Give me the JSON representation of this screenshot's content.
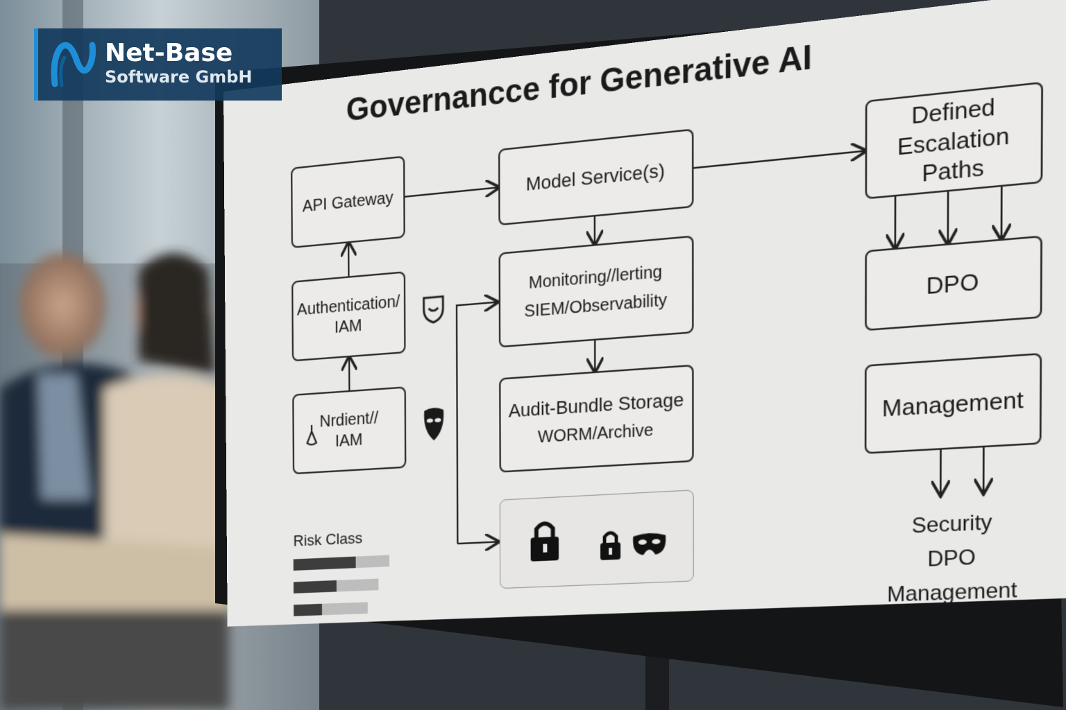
{
  "brand": {
    "company": "Net-Base",
    "tagline": "Software GmbH",
    "accent_color": "#1e8fd6",
    "mark_icon": "wave-logo-icon"
  },
  "diagram": {
    "title": "Governancce for Generative AI",
    "nodes": {
      "api_gateway": "API Gateway",
      "auth_line1": "Authentication/",
      "auth_line2": "IAM",
      "client_line1": "Nrdient//",
      "client_line2": "IAM",
      "model_services": "Model Service(s)",
      "monitoring_line1": "Monitoring//lerting",
      "monitoring_line2": "SIEM/Observability",
      "audit_line1": "Audit-Bundle Storage",
      "audit_line2": "WORM/Archive",
      "escalation_line1": "Defined",
      "escalation_line2": "Escalation",
      "escalation_line3": "Paths",
      "dpo": "DPO",
      "management": "Management"
    },
    "risk_label": "Risk Class",
    "risk_levels": [
      {
        "fill": 0.65
      },
      {
        "fill": 0.45
      },
      {
        "fill": 0.3
      }
    ],
    "tail_lines": [
      "Security",
      "DPO",
      "Management"
    ],
    "icons": [
      "shield-icon",
      "mask-icon",
      "padlock-icon",
      "small-padlock-icon",
      "eye-mask-icon",
      "flask-icon"
    ]
  }
}
